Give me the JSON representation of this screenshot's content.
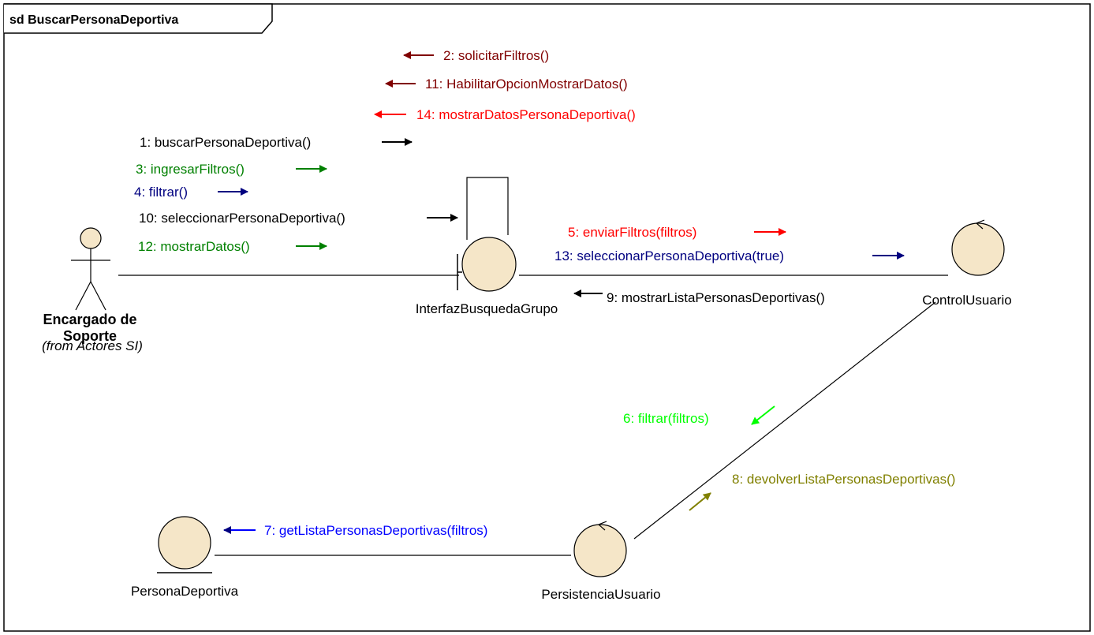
{
  "frame": {
    "title": "sd BuscarPersonaDeportiva"
  },
  "colors": {
    "black": "#000000",
    "darkred": "#800000",
    "red": "#ff0000",
    "green": "#008000",
    "navy": "#000080",
    "lime": "#00ff00",
    "olive": "#808000",
    "object_fill": "#f5e6c8"
  },
  "actor": {
    "name_line1": "Encargado de",
    "name_line2": "Soporte",
    "from": "(from Actores SI)"
  },
  "objects": {
    "interfaz": "InterfazBusquedaGrupo",
    "control": "ControlUsuario",
    "persistencia": "PersistenciaUsuario",
    "persona": "PersonaDeportiva"
  },
  "messages": {
    "m1": "1: buscarPersonaDeportiva()",
    "m2": "2: solicitarFiltros()",
    "m3": "3: ingresarFiltros()",
    "m4": "4: filtrar()",
    "m5": "5: enviarFiltros(filtros)",
    "m6": "6: filtrar(filtros)",
    "m7": "7: getListaPersonasDeportivas(filtros)",
    "m8": "8: devolverListaPersonasDeportivas()",
    "m9": "9: mostrarListaPersonasDeportivas()",
    "m10": "10: seleccionarPersonaDeportiva()",
    "m11": "11: HabilitarOpcionMostrarDatos()",
    "m12": "12: mostrarDatos()",
    "m13": "13: seleccionarPersonaDeportiva(true)",
    "m14": "14: mostrarDatosPersonaDeportiva()"
  }
}
